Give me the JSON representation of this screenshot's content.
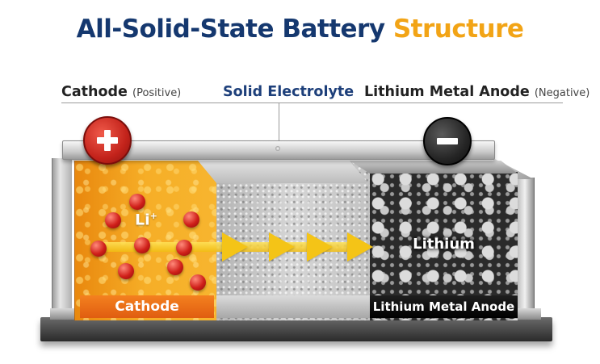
{
  "title": {
    "part1": "All-Solid-State Battery",
    "part2": "Structure"
  },
  "header": {
    "cathode": {
      "name": "Cathode",
      "polarity": "(Positive)"
    },
    "electrolyte": {
      "name": "Solid Electrolyte"
    },
    "anode": {
      "name": "Lithium Metal Anode",
      "polarity": "(Negative)"
    }
  },
  "terminals": {
    "positive_symbol": "plus-icon",
    "negative_symbol": "minus-icon"
  },
  "layers": {
    "cathode_label": "Cathode",
    "anode_label": "Lithium Metal Anode",
    "anode_material": "Lithium",
    "ion_label": "Li",
    "ion_charge": "+"
  },
  "colors": {
    "title_primary": "#15386f",
    "title_accent": "#f2a416",
    "cathode": "#f6ae27",
    "electrolyte": "#c8c8c8",
    "anode": "#1c1c1c",
    "ion": "#d0201a",
    "arrow": "#f4c417"
  }
}
